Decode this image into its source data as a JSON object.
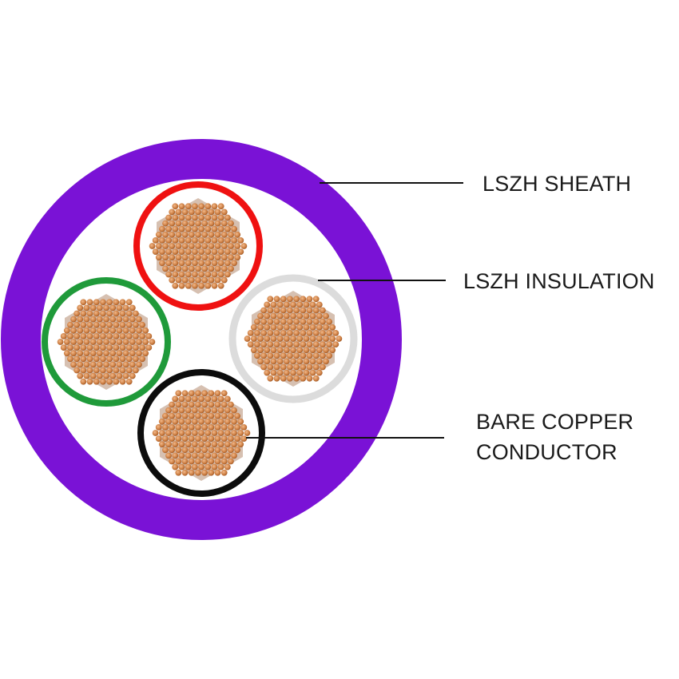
{
  "diagram": {
    "colors": {
      "background": "#ffffff",
      "sheath": "#7a12d6",
      "copper_strand": "#c97a3e",
      "copper_strand_highlight": "#f3b98a",
      "copper_gap": "#8a4a20",
      "leader_line": "#111111"
    },
    "cores": [
      {
        "id": "red",
        "insulation_color": "#ef1111"
      },
      {
        "id": "green",
        "insulation_color": "#1f9a3a"
      },
      {
        "id": "white",
        "insulation_color": "#dcdcdc"
      },
      {
        "id": "black",
        "insulation_color": "#0c0c0c"
      }
    ],
    "labels": {
      "sheath": "LSZH SHEATH",
      "insulation": "LSZH INSULATION",
      "conductor_line1": "BARE COPPER",
      "conductor_line2": "CONDUCTOR"
    }
  }
}
